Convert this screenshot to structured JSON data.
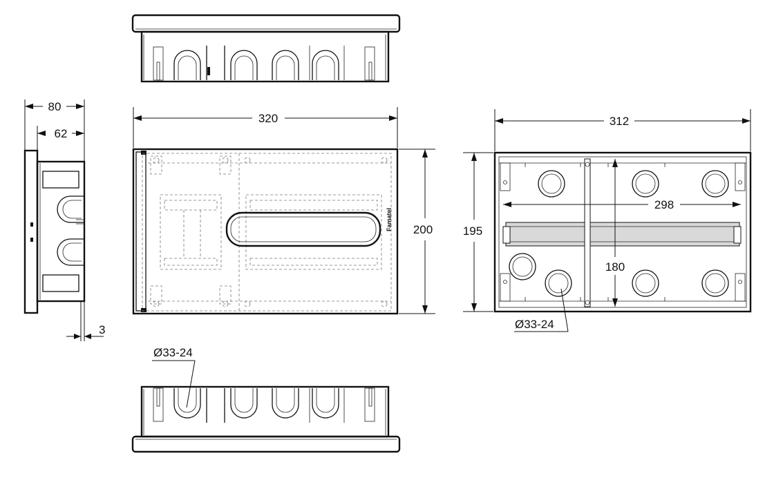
{
  "dimensions": {
    "side_total_depth": "80",
    "side_inner_depth": "62",
    "side_flange": "3",
    "front_width": "320",
    "front_height": "200",
    "back_width": "312",
    "back_height": "195",
    "back_inner_width": "298",
    "back_inner_height": "180",
    "hole_diameter_back": "Ø33-24",
    "hole_diameter_bottom": "Ø33-24"
  },
  "brand_label": "Famatel"
}
